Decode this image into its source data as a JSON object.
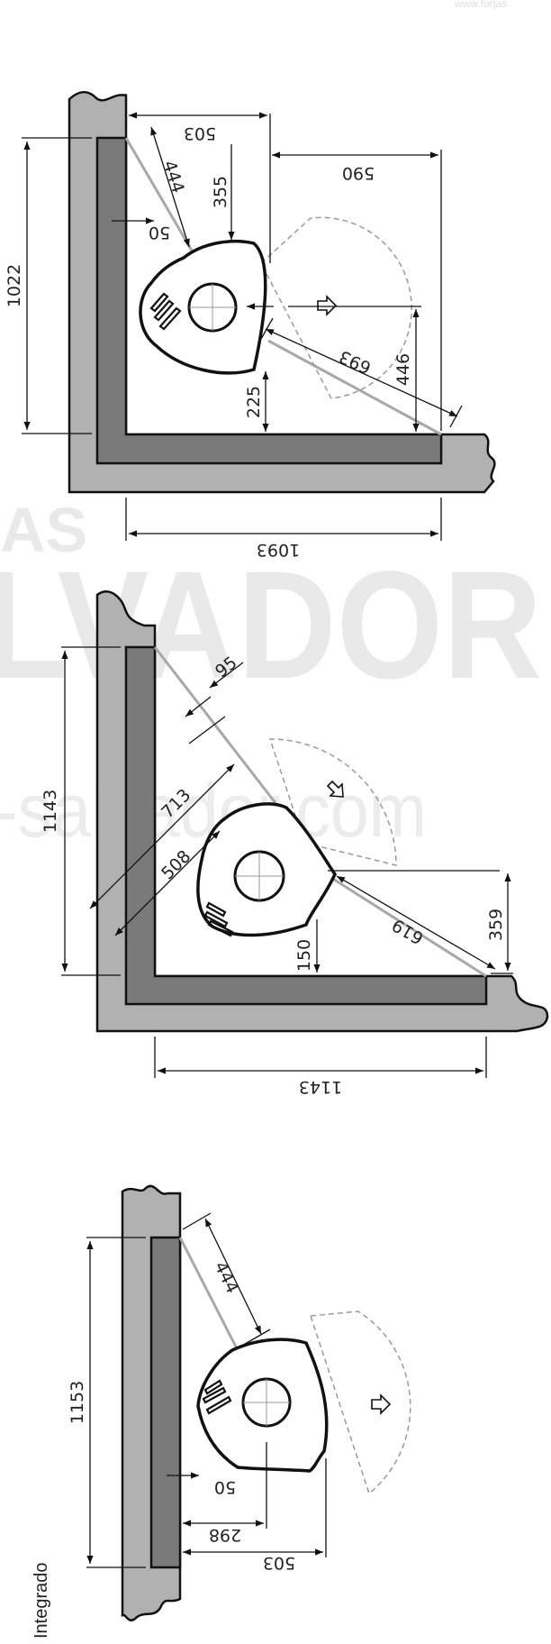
{
  "watermark": {
    "url_corner": "www.forjas",
    "line1": "AS",
    "line2": "LVADOR",
    "line3": "-salvador.com"
  },
  "diagram_top": {
    "dims": {
      "d503": "503",
      "d590": "590",
      "d444": "444",
      "d355": "355",
      "d50": "50",
      "d1022": "1022",
      "d693": "693",
      "d446": "446",
      "d225": "225",
      "d1093": "1093"
    }
  },
  "diagram_mid": {
    "dims": {
      "d95": "95",
      "d713": "713",
      "d508": "508",
      "d1143_left": "1143",
      "d619": "619",
      "d359": "359",
      "d150": "150",
      "d1143_bottom": "1143"
    }
  },
  "diagram_bottom": {
    "label": "Integrado",
    "dims": {
      "d444": "444",
      "d1153": "1153",
      "d50": "50",
      "d298": "298",
      "d503": "503"
    }
  }
}
